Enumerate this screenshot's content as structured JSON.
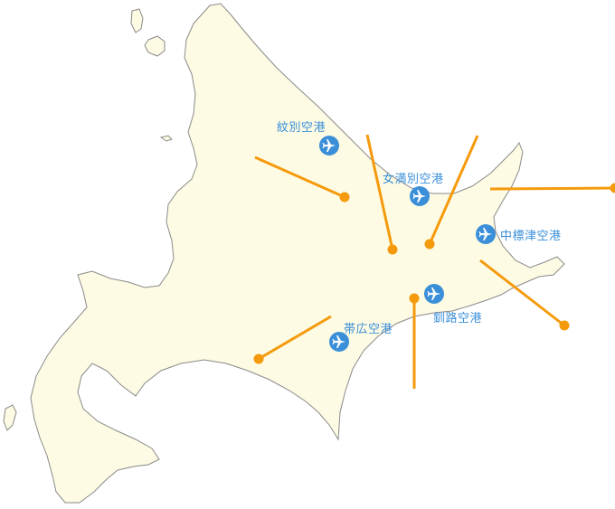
{
  "map": {
    "land_color": "#fdfbe3",
    "coast_color": "#8a8a8a",
    "line_color": "#f59a0c",
    "airport_color": "#3b8fd9"
  },
  "airports": [
    {
      "id": "monbetsu",
      "label": "紋別空港",
      "icon": "airplane-icon"
    },
    {
      "id": "memanbetsu",
      "label": "女満別空港",
      "icon": "airplane-icon"
    },
    {
      "id": "nakashibetsu",
      "label": "中標津空港",
      "icon": "airplane-icon"
    },
    {
      "id": "kushiro",
      "label": "釧路空港",
      "icon": "airplane-icon"
    },
    {
      "id": "obihiro",
      "label": "帯広空港",
      "icon": "airplane-icon"
    }
  ]
}
